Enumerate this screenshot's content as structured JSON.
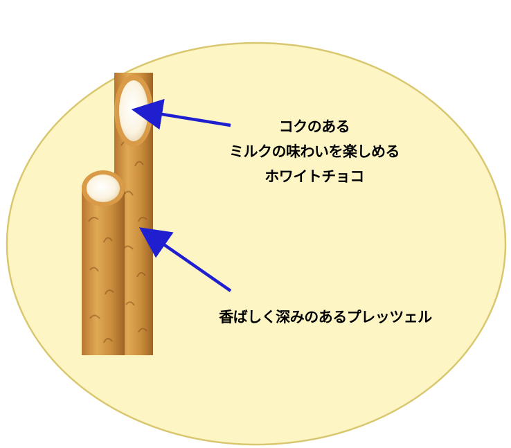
{
  "colors": {
    "background_ellipse_fill": "#fdf6c4",
    "background_ellipse_stroke": "#d9c770",
    "arrow": "#1f1fd0",
    "pretzel_crust": "#c98c3c",
    "pretzel_crust_dark": "#a8692a",
    "chocolate_filling": "#fff8e6"
  },
  "callouts": {
    "chocolate": {
      "line1": "コクのある",
      "line2": "ミルクの味わいを楽しめる",
      "line3": "ホワイトチョコ"
    },
    "pretzel": {
      "line1": "香ばしく深みのあるプレッツェル"
    }
  }
}
